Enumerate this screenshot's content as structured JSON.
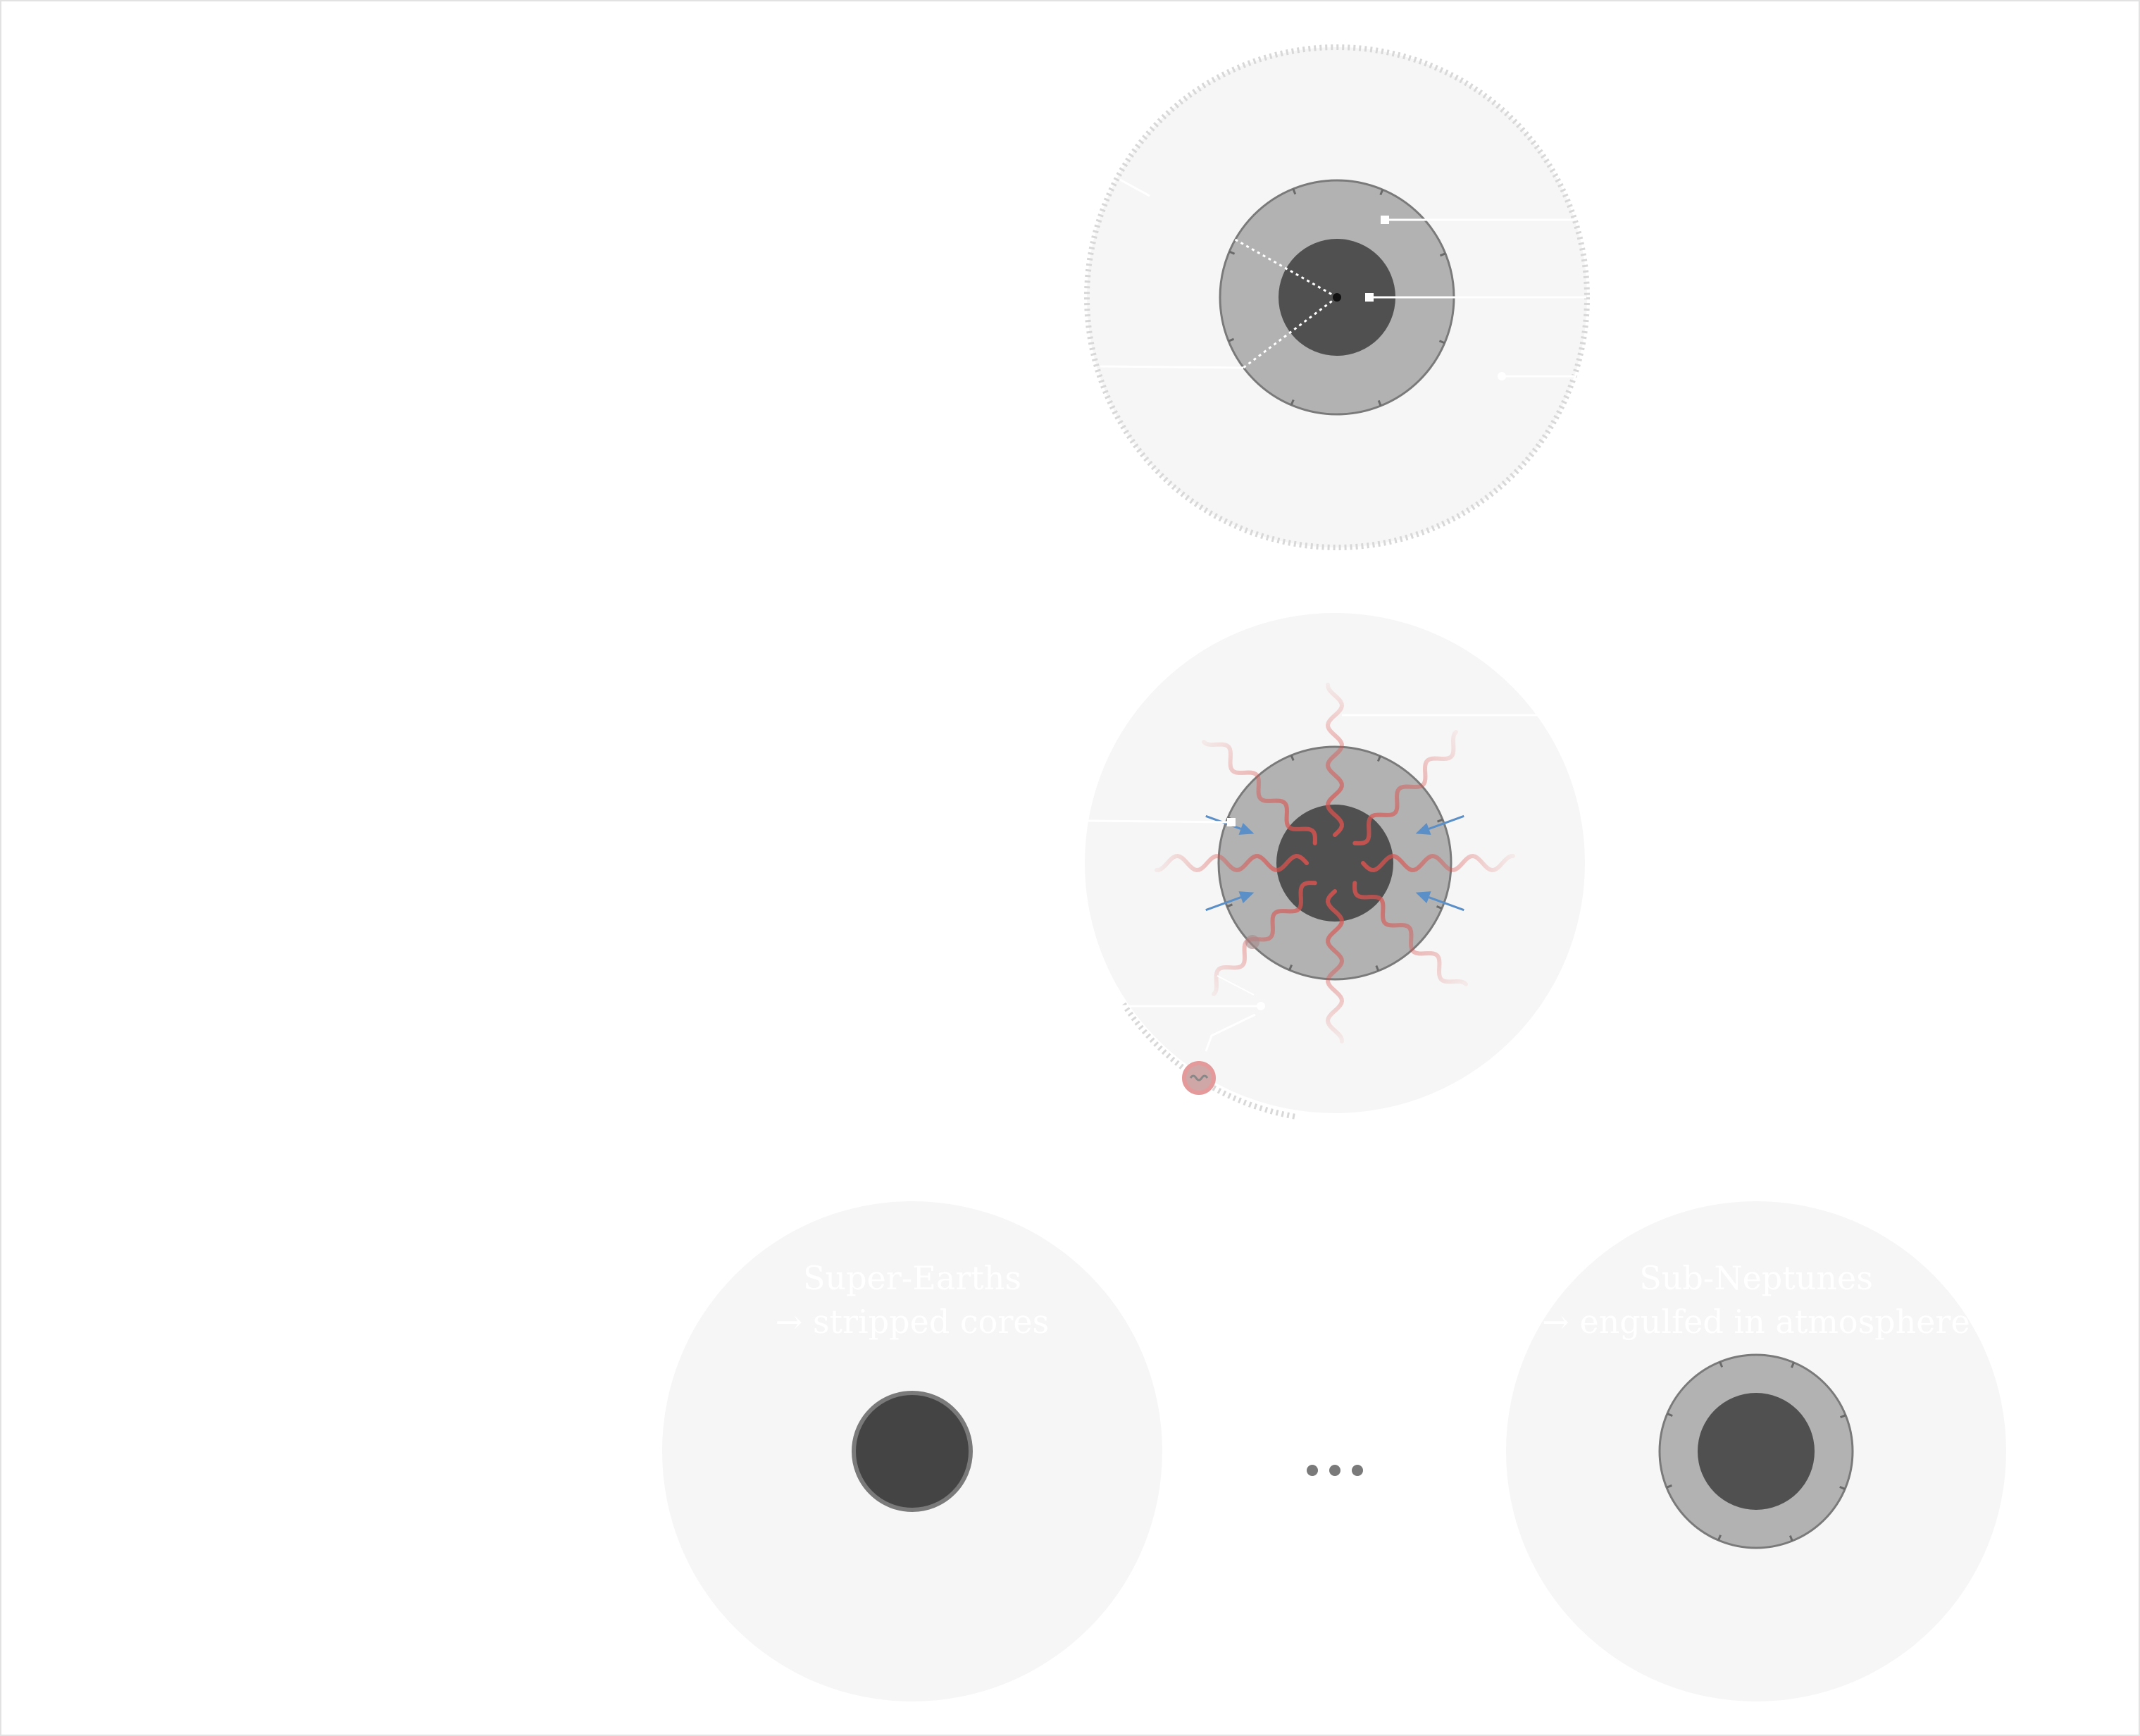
{
  "colors": {
    "page_background": "#ffffff",
    "page_border": "#e2e2e2",
    "disk_fill": "#f6f6f6",
    "disk_ring": "#d8d8d8",
    "core": "#505050",
    "core_dark": "#444444",
    "envelope": "#b2b2b2",
    "envelope_edge": "#7a7a7a",
    "heat_wave": "#d9534f",
    "inflow_arrow": "#5b8fc7",
    "leader_line": "#ffffff",
    "ellipsis": "#7a7a7a",
    "pebble": "#e49a9a"
  },
  "panels": {
    "top": {
      "name": "core-with-envelope-in-disk",
      "icons": [
        "planet-core",
        "gas-envelope",
        "protoplanetary-disk",
        "label-leader"
      ]
    },
    "middle": {
      "name": "envelope-heating-and-accretion",
      "icons": [
        "heat-wave-icon",
        "inflow-arrow-icon",
        "accreting-pebble-icon"
      ]
    },
    "bottom_left": {
      "name": "super-earth-outcome",
      "caption_line1": "Super-Earths",
      "caption_line2": "→ stripped cores"
    },
    "bottom_right": {
      "name": "sub-neptune-outcome",
      "caption_line1": "Sub-Neptunes",
      "caption_line2": "→ engulfed in atmosphere"
    },
    "ellipsis": {
      "icon": "ellipsis-icon",
      "dot_count": 3
    }
  }
}
